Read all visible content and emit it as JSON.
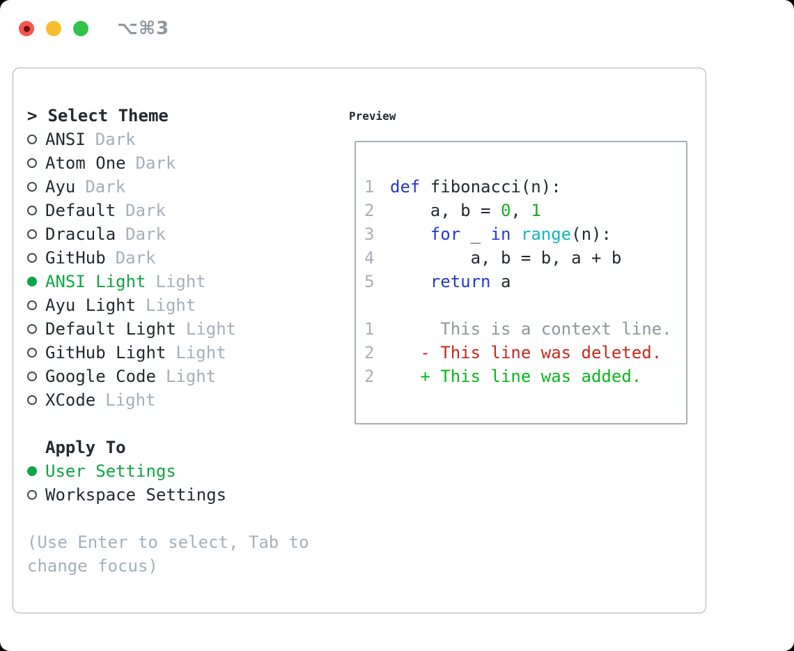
{
  "titlebar": {
    "shortcut": "⌥⌘3",
    "buttons": [
      "close",
      "minimize",
      "zoom"
    ]
  },
  "theme_selector": {
    "prompt": ">",
    "title": "Select Theme",
    "items": [
      {
        "name": "ANSI",
        "tag": "Dark",
        "selected": false
      },
      {
        "name": "Atom One",
        "tag": "Dark",
        "selected": false
      },
      {
        "name": "Ayu",
        "tag": "Dark",
        "selected": false
      },
      {
        "name": "Default",
        "tag": "Dark",
        "selected": false
      },
      {
        "name": "Dracula",
        "tag": "Dark",
        "selected": false
      },
      {
        "name": "GitHub",
        "tag": "Dark",
        "selected": false
      },
      {
        "name": "ANSI Light",
        "tag": "Light",
        "selected": true
      },
      {
        "name": "Ayu Light",
        "tag": "Light",
        "selected": false
      },
      {
        "name": "Default Light",
        "tag": "Light",
        "selected": false
      },
      {
        "name": "GitHub Light",
        "tag": "Light",
        "selected": false
      },
      {
        "name": "Google Code",
        "tag": "Light",
        "selected": false
      },
      {
        "name": "XCode",
        "tag": "Light",
        "selected": false
      }
    ]
  },
  "apply_to": {
    "title": "Apply To",
    "options": [
      {
        "name": "User Settings",
        "selected": true
      },
      {
        "name": "Workspace Settings",
        "selected": false
      }
    ]
  },
  "hint": "(Use Enter to select, Tab to change focus)",
  "preview": {
    "title": "Preview",
    "code": {
      "lines": [
        {
          "num": "1",
          "segments": [
            {
              "t": "def",
              "c": "kw"
            },
            {
              "t": " fibonacci(n):",
              "c": "fg"
            }
          ]
        },
        {
          "num": "2",
          "segments": [
            {
              "t": "    a, b = ",
              "c": "fg"
            },
            {
              "t": "0",
              "c": "num"
            },
            {
              "t": ", ",
              "c": "fg"
            },
            {
              "t": "1",
              "c": "num"
            }
          ]
        },
        {
          "num": "3",
          "segments": [
            {
              "t": "    ",
              "c": "fg"
            },
            {
              "t": "for",
              "c": "kw"
            },
            {
              "t": " _ ",
              "c": "fg"
            },
            {
              "t": "in",
              "c": "kw"
            },
            {
              "t": " ",
              "c": "fg"
            },
            {
              "t": "range",
              "c": "fn"
            },
            {
              "t": "(n):",
              "c": "fg"
            }
          ]
        },
        {
          "num": "4",
          "segments": [
            {
              "t": "        a, b = b, a + b",
              "c": "fg"
            }
          ]
        },
        {
          "num": "5",
          "segments": [
            {
              "t": "    ",
              "c": "fg"
            },
            {
              "t": "return",
              "c": "kw"
            },
            {
              "t": " a",
              "c": "fg"
            }
          ]
        }
      ]
    },
    "diff": {
      "lines": [
        {
          "num": "1",
          "segments": [
            {
              "t": "     This is a context line.",
              "c": "ctx"
            }
          ]
        },
        {
          "num": "2",
          "segments": [
            {
              "t": "   - This line was deleted.",
              "c": "del"
            }
          ]
        },
        {
          "num": "2",
          "segments": [
            {
              "t": "   + This line was added.",
              "c": "add"
            }
          ]
        }
      ]
    }
  },
  "colors": {
    "fg": "#24292f",
    "gray": "#a6afb9",
    "gray2": "#8f979f",
    "ctx": "#8f969c",
    "kw": "#2438cf",
    "fn": "#0fb7c4",
    "num": "#0fae1d",
    "del": "#c5291d",
    "add": "#09b61f",
    "sel": "#0ea546",
    "border": "#a7aeb6",
    "radio": "#454b52",
    "tl_red": "#f4564e",
    "tl_yellow": "#f7bd30",
    "tl_green": "#33c148",
    "tl_red_dot": "#6f120a"
  }
}
